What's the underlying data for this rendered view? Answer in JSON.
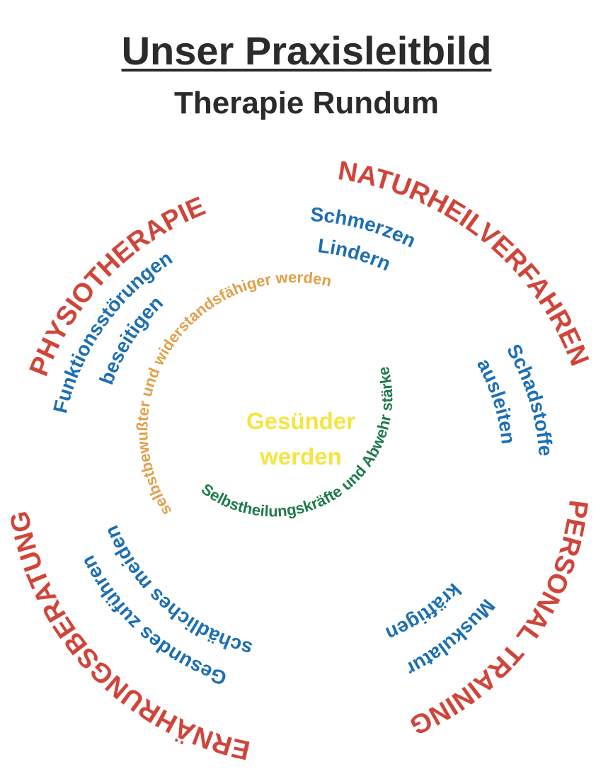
{
  "header": {
    "title": "Unser Praxisleitbild",
    "subtitle": "Therapie Rundum"
  },
  "colors": {
    "outer": "#d0453a",
    "middle": "#1d6fb2",
    "orange": "#e0a04a",
    "green": "#1f7a4c",
    "center": "#f4e542",
    "title": "#2b2b2b"
  },
  "center": {
    "line1": "Gesünder",
    "line2": "werden"
  },
  "inner_ring": {
    "orange_text": "selbstbewußter und widerstandsfähiger werden",
    "green_text": "Selbstheilungskräfte und Abwehr stärken"
  },
  "sections": [
    {
      "name": "PHYSIOTHERAPIE",
      "lines": [
        "Funktionsstörungen",
        "beseitigen"
      ]
    },
    {
      "name": "NATURHEILVERFAHREN",
      "lines": [
        "Schmerzen",
        "Lindern",
        "Schadstoffe",
        "ausleiten"
      ]
    },
    {
      "name": "PERSONAL TRAINING",
      "lines": [
        "Muskulatur",
        "kräftigen"
      ]
    },
    {
      "name": "ERNÄHRUNGSBERATUNG",
      "lines": [
        "Gesundes zuführen",
        "schädliches meiden"
      ]
    }
  ]
}
